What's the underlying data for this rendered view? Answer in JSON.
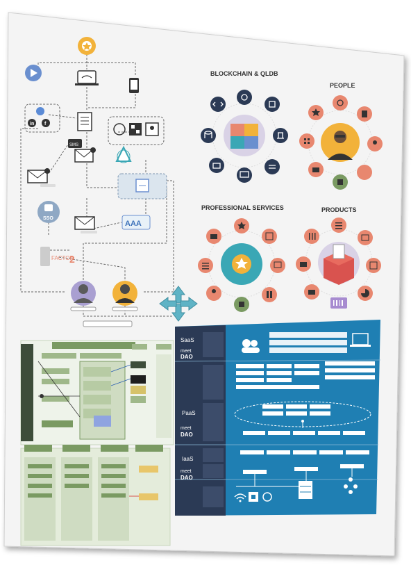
{
  "sections": {
    "blockchain": {
      "title": "BLOCKCHAIN & QLDB"
    },
    "people": {
      "title": "PEOPLE"
    },
    "professional_services": {
      "title": "PROFESSIONAL SERVICES"
    },
    "products": {
      "title": "PRODUCTS"
    }
  },
  "flow": {
    "sso_label": "SSO",
    "factor_label": "FACTOR",
    "factor_number": "2",
    "aaa_label": "AAA",
    "sms_label": "SMS"
  },
  "stack": {
    "saas": "SaaS",
    "paas": "PaaS",
    "iaas": "IaaS",
    "brand_top": "meet",
    "brand_bottom": "DAO"
  },
  "colors": {
    "navy": "#2b3a55",
    "salmon": "#e8876f",
    "teal": "#3aa7b5",
    "blue": "#1f7fb3",
    "green": "#7a9a62",
    "yellow": "#f2b23a",
    "red": "#d9534f"
  }
}
